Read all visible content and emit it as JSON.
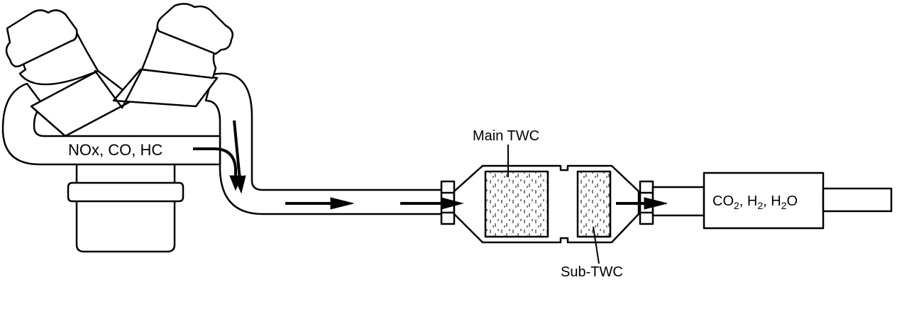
{
  "diagram": {
    "labels": {
      "exhaust_in": "NOx, CO, HC",
      "main_twc": "Main TWC",
      "sub_twc": "Sub-TWC",
      "output": {
        "co": "CO",
        "co_sub": "2",
        "h": "H",
        "h_sub": "2",
        "water_h": "H",
        "water_sub": "2",
        "water_o": "O",
        "sep": ", "
      }
    },
    "colors": {
      "stroke": "#000000",
      "fill": "#ffffff"
    }
  }
}
